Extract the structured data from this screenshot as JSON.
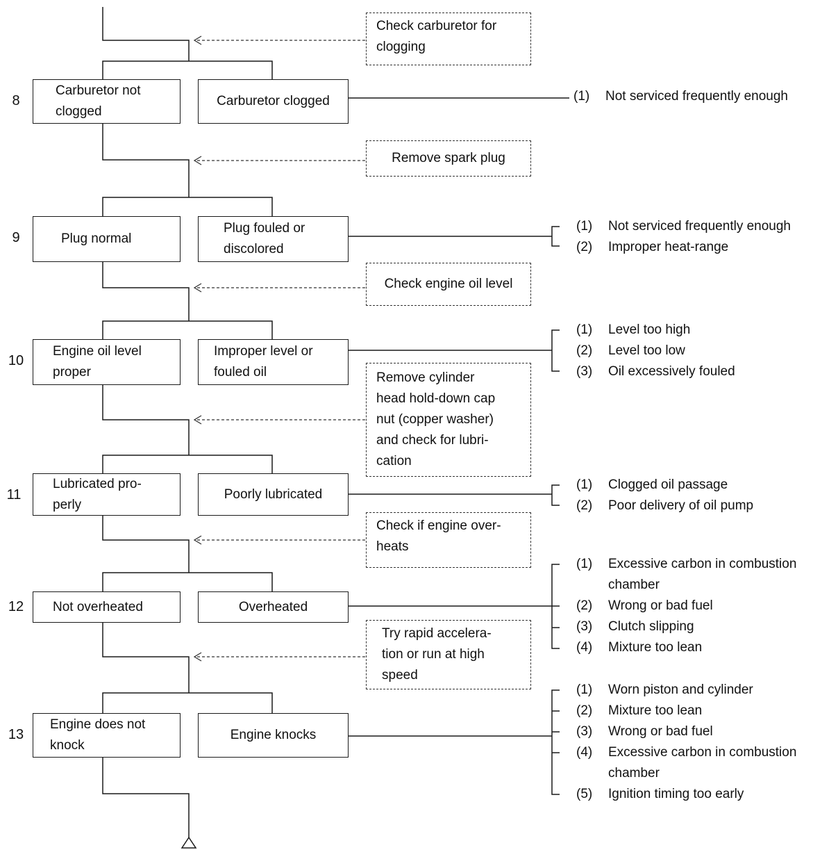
{
  "steps": [
    {
      "number": "8",
      "check": "Check carburetor for\nclogging",
      "ok": "Carburetor not\nclogged",
      "fault": "Carburetor clogged",
      "causes": [
        {
          "n": "(1)",
          "text": "Not serviced frequently enough"
        }
      ]
    },
    {
      "number": "9",
      "check": "Remove spark plug",
      "ok": "Plug normal",
      "fault": "Plug fouled or\ndiscolored",
      "causes": [
        {
          "n": "(1)",
          "text": "Not serviced frequently enough"
        },
        {
          "n": "(2)",
          "text": "Improper heat-range"
        }
      ]
    },
    {
      "number": "10",
      "check": "Check engine oil level",
      "ok": "Engine oil level\nproper",
      "fault": "Improper level or\nfouled oil",
      "causes": [
        {
          "n": "(1)",
          "text": "Level too high"
        },
        {
          "n": "(2)",
          "text": "Level too low"
        },
        {
          "n": "(3)",
          "text": "Oil excessively fouled"
        }
      ]
    },
    {
      "number": "11",
      "check": "Remove cylinder\nhead hold-down cap\nnut (copper washer)\nand check for lubri-\ncation",
      "ok": "Lubricated pro-\nperly",
      "fault": "Poorly lubricated",
      "causes": [
        {
          "n": "(1)",
          "text": "Clogged oil passage"
        },
        {
          "n": "(2)",
          "text": "Poor delivery of oil pump"
        }
      ]
    },
    {
      "number": "12",
      "check": "Check if engine over-\nheats",
      "ok": "Not overheated",
      "fault": "Overheated",
      "causes": [
        {
          "n": "(1)",
          "text": "Excessive carbon in combustion",
          "cont": "chamber"
        },
        {
          "n": "(2)",
          "text": "Wrong or bad fuel"
        },
        {
          "n": "(3)",
          "text": "Clutch slipping"
        },
        {
          "n": "(4)",
          "text": "Mixture too lean"
        }
      ]
    },
    {
      "number": "13",
      "check": "Try rapid accelera-\ntion or run at high\nspeed",
      "ok": "Engine does not\nknock",
      "fault": "Engine knocks",
      "causes": [
        {
          "n": "(1)",
          "text": "Worn piston and cylinder"
        },
        {
          "n": "(2)",
          "text": "Mixture too lean"
        },
        {
          "n": "(3)",
          "text": "Wrong or bad fuel"
        },
        {
          "n": "(4)",
          "text": "Excessive carbon in combustion",
          "cont": "chamber"
        },
        {
          "n": "(5)",
          "text": "Ignition timing too early"
        }
      ]
    }
  ]
}
